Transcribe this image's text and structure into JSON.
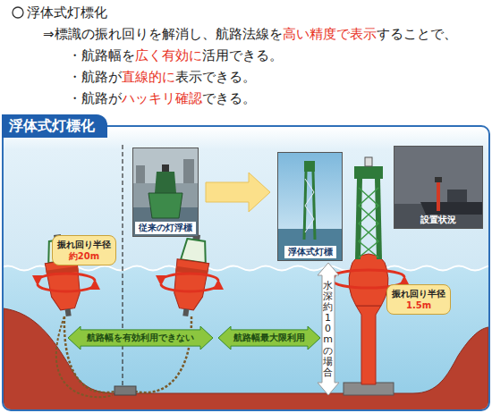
{
  "diagram": {
    "title": "浮体式灯標化",
    "nodes": [
      {
        "text": [
          "浮体式灯標化"
        ]
      },
      {
        "text": [
          "従来の灯浮標"
        ],
        "in": 0
      },
      {
        "text": [
          "浮体式灯標"
        ],
        "in": 0
      },
      {
        "text": [
          "設置状況"
        ],
        "in": 0
      },
      {
        "text": [
          "振れ回り半径",
          "約20m"
        ],
        "in": 0
      },
      {
        "text": [
          "航路幅を有効利用できない"
        ],
        "in": 0
      },
      {
        "text": [
          "航路幅最大限利用"
        ],
        "in": 0
      },
      {
        "text": [
          "振れ回り半径",
          "1.5m"
        ],
        "in": 0
      }
    ],
    "edges": [
      {
        "from": 1,
        "to": 2,
        "arrow": "to"
      }
    ],
    "labels": [
      "⇒標識の振れ回りを解消し、航路法線を",
      "高い精度で表示",
      "することで、",
      "・航路幅を",
      "広く有効に",
      "活用できる。",
      "・航路が",
      "直線的に",
      "表示できる。",
      "・航路が",
      "ハッキリ確認",
      "できる。",
      "水深約10mの場合"
    ]
  }
}
